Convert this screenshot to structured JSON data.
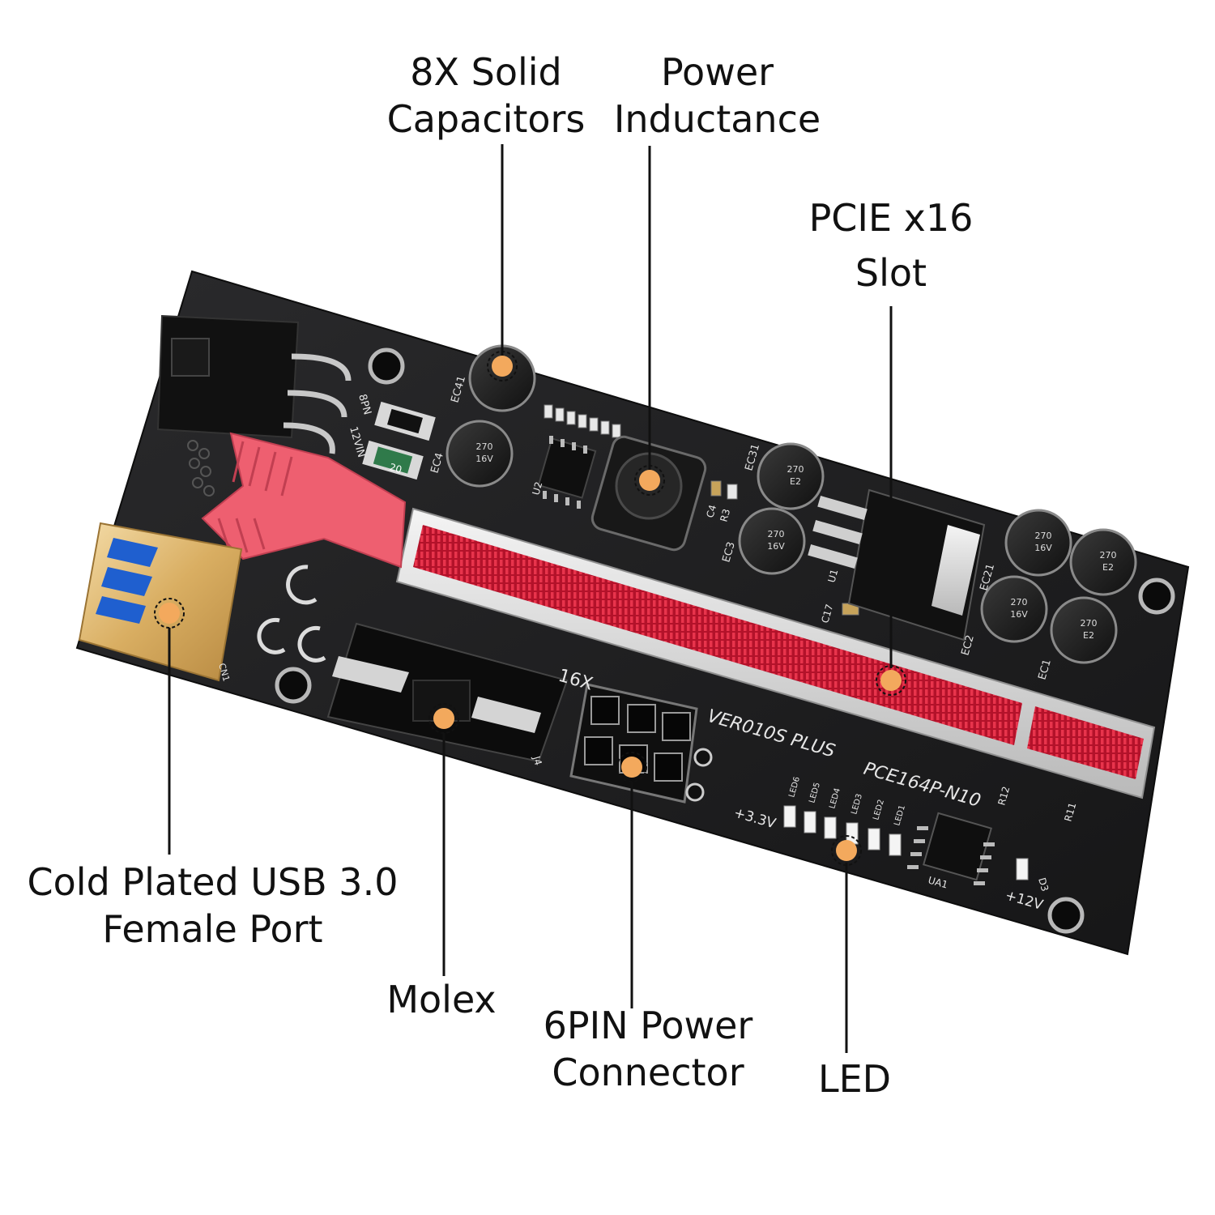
{
  "callouts": {
    "capacitors": {
      "line1": "8X Solid",
      "line2": "Capacitors"
    },
    "inductance": {
      "line1": "Power",
      "line2": "Inductance"
    },
    "pcie": {
      "line1": "PCIE x16",
      "line2": "Slot"
    },
    "usb": {
      "line1": "Cold Plated USB 3.0",
      "line2": "Female Port"
    },
    "molex": {
      "line1": "Molex"
    },
    "sixpin": {
      "line1": "6PIN Power",
      "line2": "Connector"
    },
    "led": {
      "line1": "LED"
    }
  },
  "board_text": {
    "model": "PCE164P-N10",
    "brand": "VER010S PLUS",
    "cap_rating": "270",
    "cap_voltage": "16V",
    "cap_brand": "E2",
    "cap_labels": [
      "EC41",
      "EC4",
      "EC31",
      "EC3",
      "EC21",
      "EC2",
      "EC1"
    ],
    "slot_16x": "16X",
    "v33": "+3.3V",
    "v12": "+12V",
    "pin_label": "8PN",
    "power_label": "12VIN",
    "ic_label": "UA1",
    "u2": "U2",
    "u1": "U1",
    "c17": "C17",
    "c4": "C4",
    "r3": "R3",
    "d3": "D3",
    "j4": "J4",
    "cn1": "CN1",
    "r12": "R12",
    "r11": "R11",
    "fuse": "20",
    "led_labels": [
      "LED6",
      "LED5",
      "LED4",
      "LED3",
      "LED2",
      "LED1"
    ]
  },
  "colors": {
    "pcb": "#1c1c1e",
    "slot_red": "#c4162e",
    "latch_pink": "#f06a78",
    "usb_gold": "#e6c27e",
    "usb_blue": "#1f5fcf",
    "marker": "#f3a95d",
    "callout_line": "#111111"
  }
}
